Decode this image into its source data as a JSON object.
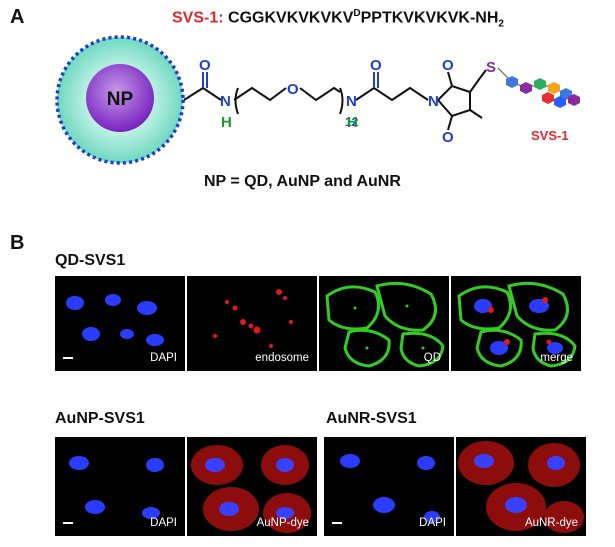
{
  "panel_a": {
    "letter": "A",
    "sequence_label": "SVS-1:",
    "sequence_part1": "CGGKVKVKVKV",
    "sequence_sup": "D",
    "sequence_part2": "PPTKVKVKVK-NH",
    "sequence_sub": "2",
    "np_label": "NP",
    "repeat_count": "12",
    "atom_N": "N",
    "atom_O": "O",
    "atom_H": "H",
    "atom_S": "S",
    "peptide_label": "SVS-1",
    "np_definition": "NP = QD, AuNP and AuNR"
  },
  "panel_b": {
    "letter": "B",
    "qd_row": {
      "title": "QD-SVS1",
      "tiles": [
        "DAPI",
        "endosome",
        "QD",
        "merge"
      ]
    },
    "aunp_group": {
      "title": "AuNP-SVS1",
      "tiles": [
        "DAPI",
        "AuNP-dye"
      ]
    },
    "aunr_group": {
      "title": "AuNR-SVS1",
      "tiles": [
        "DAPI",
        "AuNR-dye"
      ]
    }
  },
  "colors": {
    "red_label": "#e3262b",
    "nitrogen_blue": "#1f3fd1",
    "hydrogen_green": "#1a9a2a",
    "oxygen_blue": "#1f3fd1",
    "sulfur_purple": "#8a2aa0",
    "np_core": "#8a36c8",
    "np_shell": "#7fdcc4",
    "dapi_blue": "#2a3cff",
    "qd_green": "#33cc22",
    "dye_red": "#e01818"
  }
}
